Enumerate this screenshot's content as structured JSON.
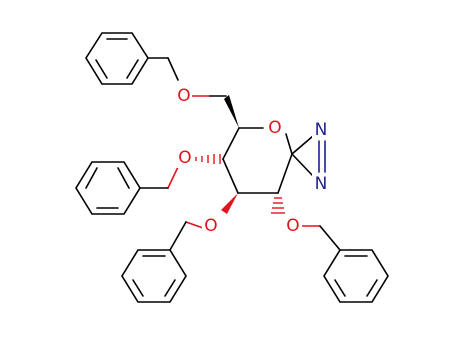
{
  "molecule": {
    "colors": {
      "oxygen": "#e0141c",
      "nitrogen": "#1f1f8f"
    },
    "atoms": {
      "o_ring": "O",
      "o_ch2": "O",
      "o_c3": "O",
      "o_c4": "O",
      "o_c2": "O",
      "n_top": "N",
      "n_bottom": "N"
    }
  }
}
